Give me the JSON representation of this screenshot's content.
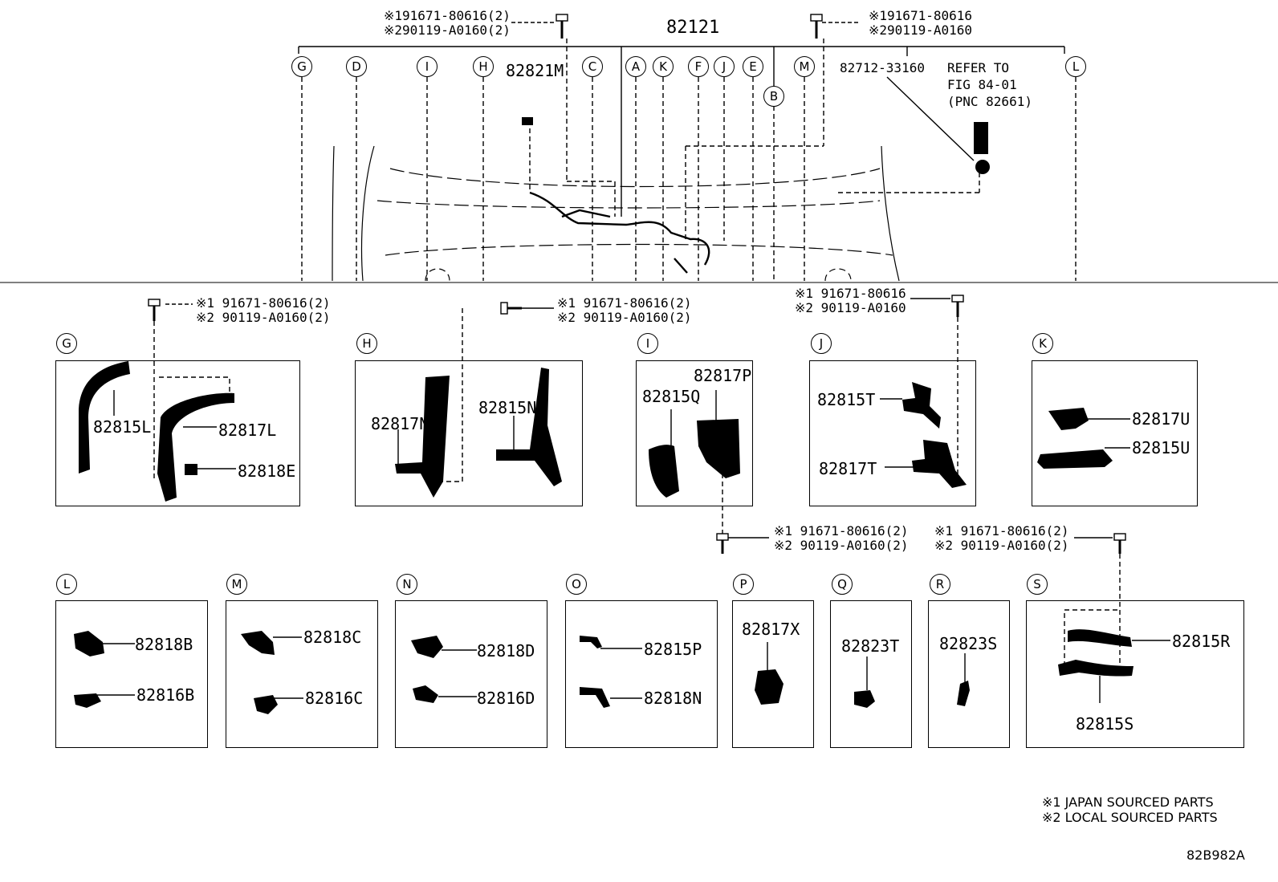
{
  "top": {
    "assembly_number": "82121",
    "bolt_left": {
      "line1": "※191671-80616(2)",
      "line2": "※290119-A0160(2)"
    },
    "bolt_right": {
      "line1": "※191671-80616",
      "line2": "※290119-A0160"
    },
    "circle_letters": [
      "G",
      "D",
      "I",
      "H",
      "C",
      "A",
      "K",
      "F",
      "J",
      "E",
      "B",
      "M",
      "L"
    ],
    "part_82821m": "82821M",
    "part_82712": "82712-33160",
    "refer": {
      "line1": "REFER TO",
      "line2": "FIG 84-01",
      "line3": "(PNC 82661)"
    }
  },
  "bolt_notes": {
    "g": {
      "line1": "※1 91671-80616(2)",
      "line2": "※2 90119-A0160(2)"
    },
    "h": {
      "line1": "※1 91671-80616(2)",
      "line2": "※2 90119-A0160(2)"
    },
    "j": {
      "line1": "※1 91671-80616",
      "line2": "※2 90119-A0160"
    },
    "i": {
      "line1": "※1 91671-80616(2)",
      "line2": "※2 90119-A0160(2)"
    },
    "s": {
      "line1": "※1 91671-80616(2)",
      "line2": "※2 90119-A0160(2)"
    }
  },
  "panels": {
    "G": {
      "letter": "G",
      "parts": [
        "82815L",
        "82817L",
        "82818E"
      ]
    },
    "H": {
      "letter": "H",
      "parts": [
        "82817N",
        "82815N"
      ]
    },
    "I": {
      "letter": "I",
      "parts": [
        "82817P",
        "82815Q"
      ]
    },
    "J": {
      "letter": "J",
      "parts": [
        "82815T",
        "82817T"
      ]
    },
    "K": {
      "letter": "K",
      "parts": [
        "82817U",
        "82815U"
      ]
    },
    "L": {
      "letter": "L",
      "parts": [
        "82818B",
        "82816B"
      ]
    },
    "M": {
      "letter": "M",
      "parts": [
        "82818C",
        "82816C"
      ]
    },
    "N": {
      "letter": "N",
      "parts": [
        "82818D",
        "82816D"
      ]
    },
    "O": {
      "letter": "O",
      "parts": [
        "82815P",
        "82818N"
      ]
    },
    "P": {
      "letter": "P",
      "parts": [
        "82817X"
      ]
    },
    "Q": {
      "letter": "Q",
      "parts": [
        "82823T"
      ]
    },
    "R": {
      "letter": "R",
      "parts": [
        "82823S"
      ]
    },
    "S": {
      "letter": "S",
      "parts": [
        "82815R",
        "82815S"
      ]
    }
  },
  "legend": {
    "line1": "※1 JAPAN SOURCED PARTS",
    "line2": "※2 LOCAL SOURCED PARTS"
  },
  "figure_code": "82B982A"
}
